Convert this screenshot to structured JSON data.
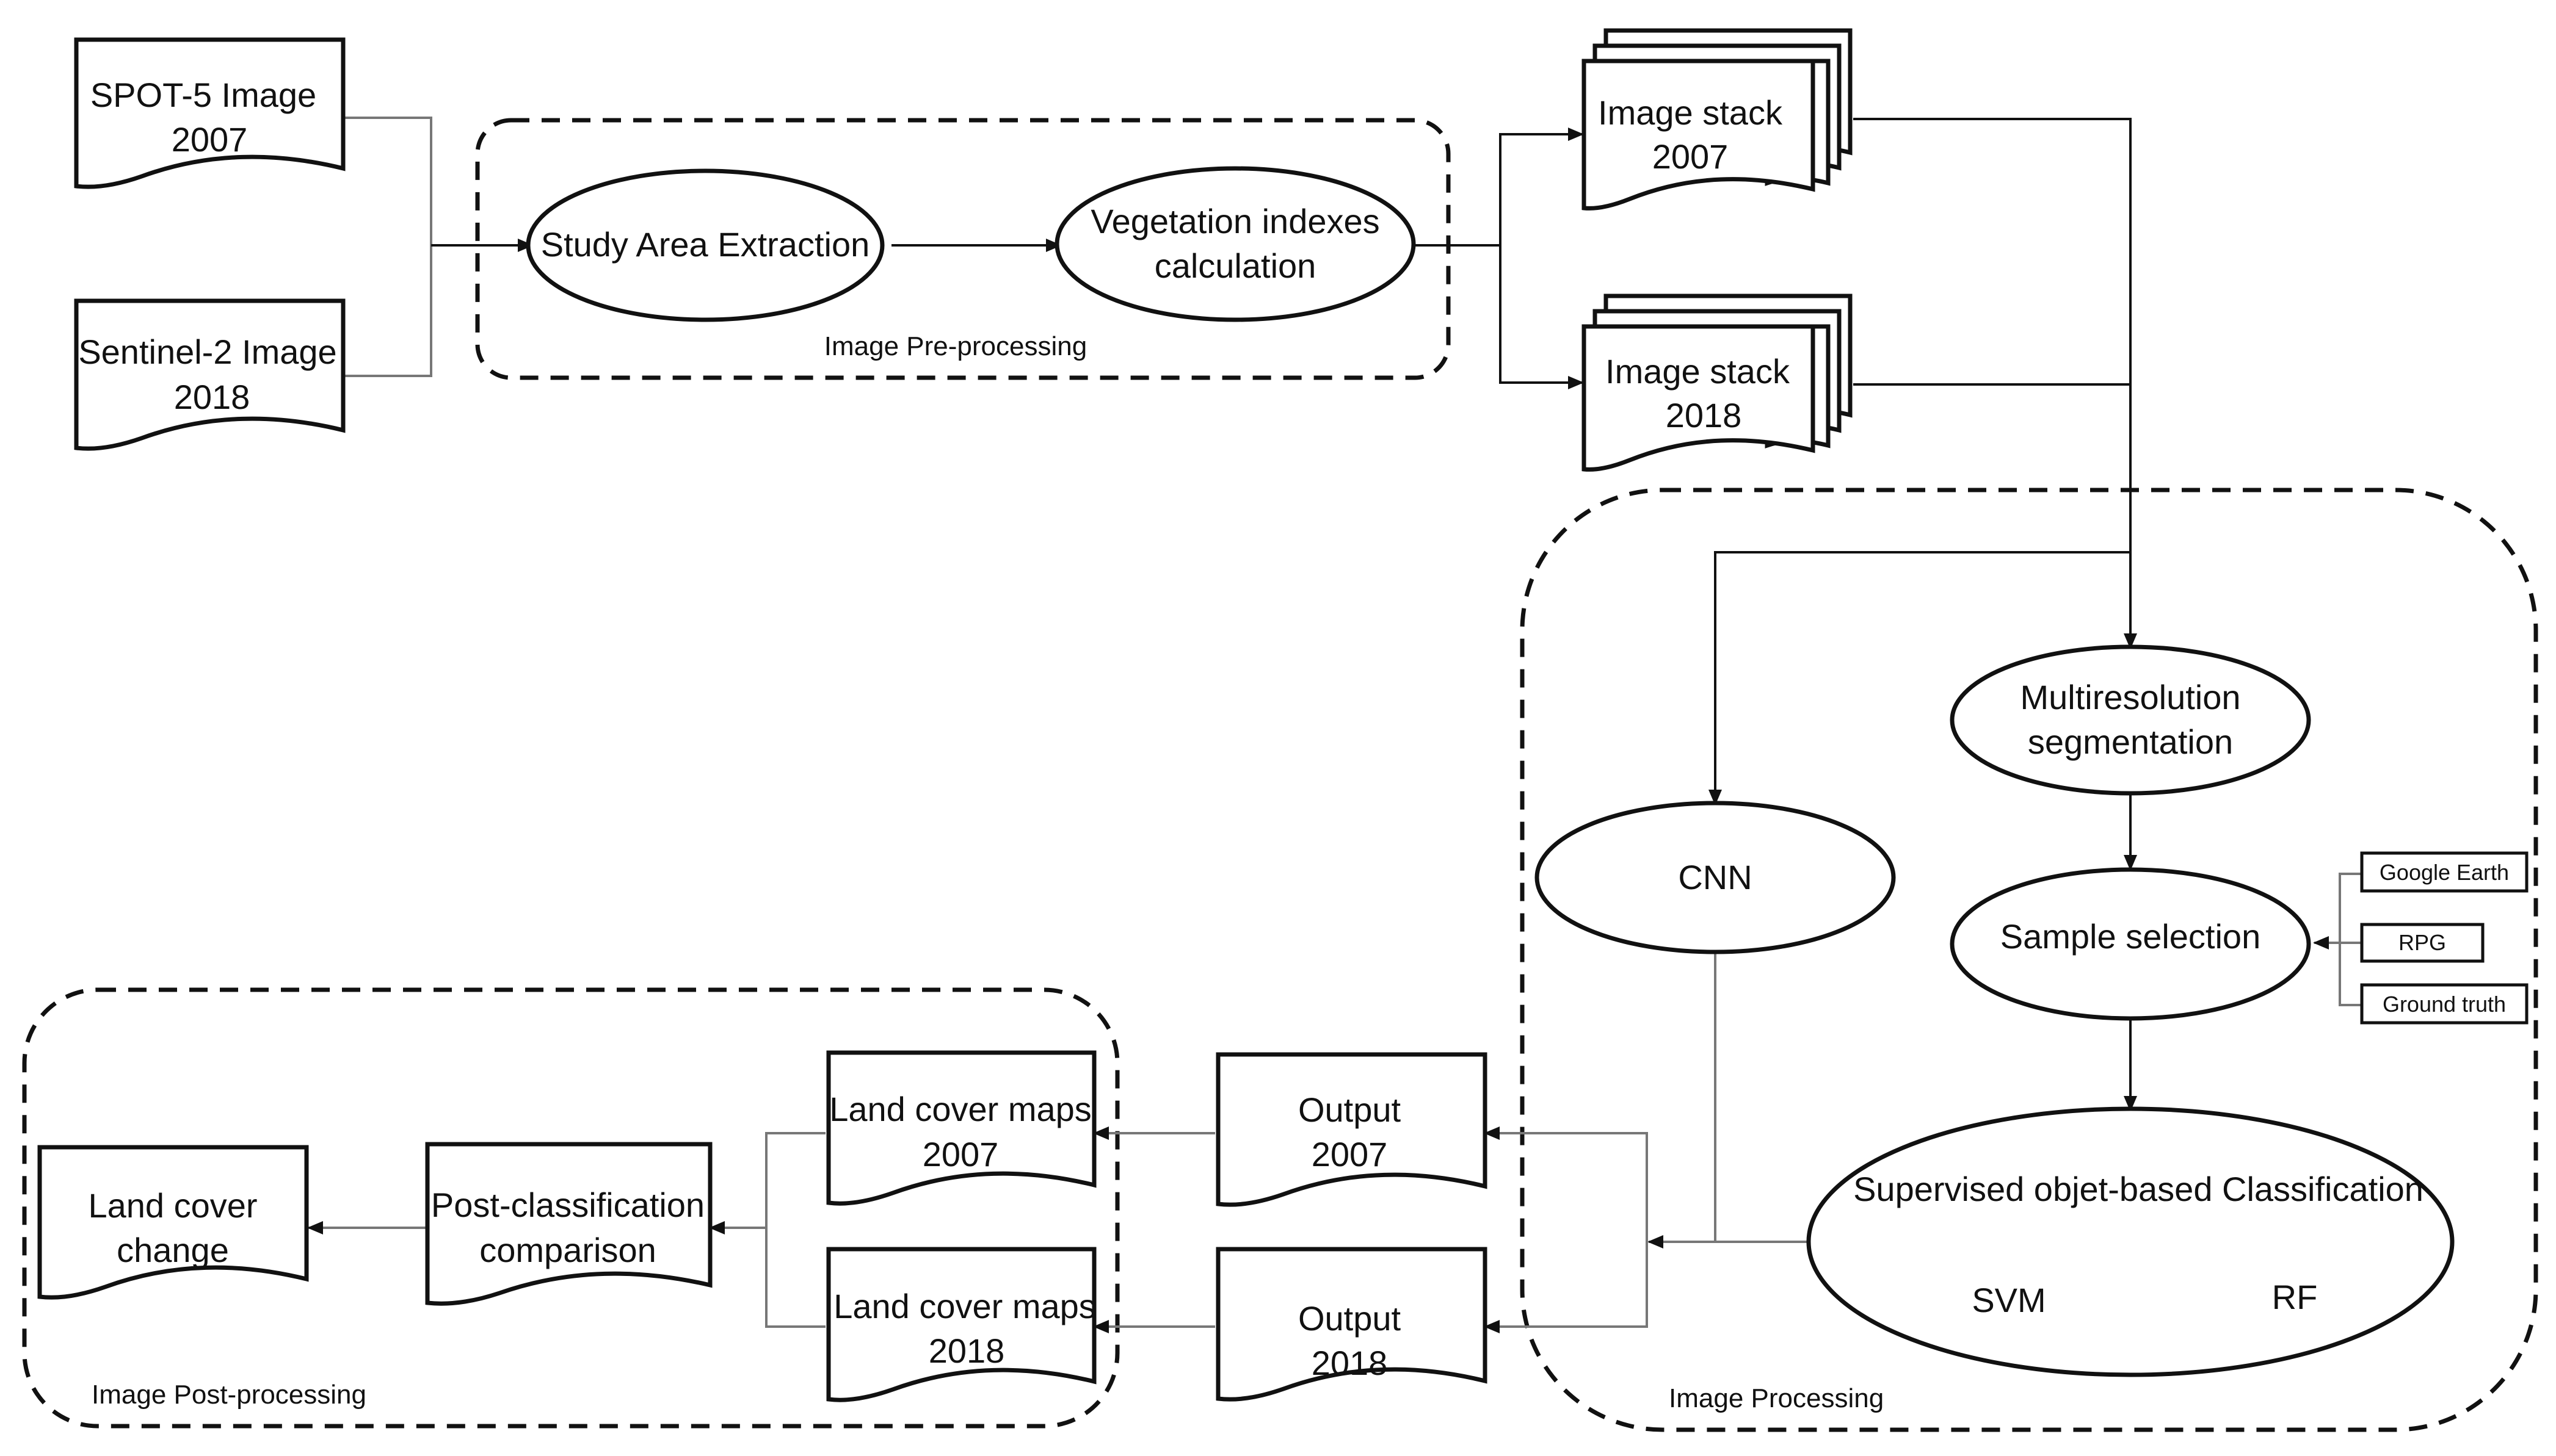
{
  "groups": {
    "pre_processing": "Image Pre-processing",
    "processing": "Image Processing",
    "post_processing": "Image Post-processing"
  },
  "nodes": {
    "spot5_image": [
      "SPOT-5 Image",
      "2007"
    ],
    "sentinel2_image": [
      "Sentinel-2 Image",
      "2018"
    ],
    "study_area_extraction": [
      "Study Area Extraction"
    ],
    "vegetation_indexes": [
      "Vegetation indexes",
      "calculation"
    ],
    "image_stack_2007": [
      "Image stack",
      "2007"
    ],
    "image_stack_2018": [
      "Image stack",
      "2018"
    ],
    "multiresolution_segmentation": [
      "Multiresolution",
      "segmentation"
    ],
    "cnn": [
      "CNN"
    ],
    "sample_selection": [
      "Sample selection"
    ],
    "supervised_classification": [
      "Supervised objet-based Classification"
    ],
    "svm": [
      "SVM"
    ],
    "rf": [
      "RF"
    ],
    "output_2007": [
      "Output",
      "2007"
    ],
    "output_2018": [
      "Output",
      "2018"
    ],
    "land_cover_maps_2007": [
      "Land cover maps",
      "2007"
    ],
    "land_cover_maps_2018": [
      "Land cover maps",
      "2018"
    ],
    "post_classification_comparison": [
      "Post-classification",
      "comparison"
    ],
    "land_cover_change": [
      "Land cover",
      "change"
    ]
  },
  "sample_sources": [
    "Google Earth",
    "RPG",
    "Ground truth"
  ]
}
